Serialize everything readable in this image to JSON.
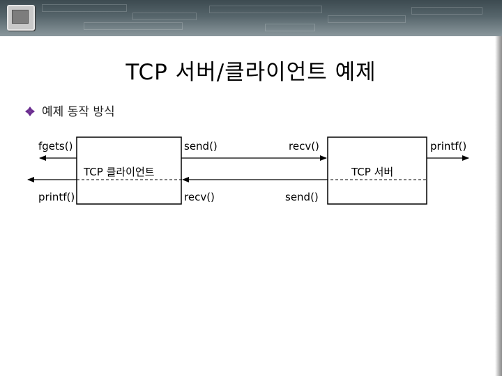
{
  "slide": {
    "title": "TCP 서버/클라이언트 예제",
    "bullet_text": "예제 동작 방식"
  },
  "diagram": {
    "client": {
      "label": "TCP 클라이언트",
      "left_top_label": "fgets()",
      "left_bottom_label": "printf()",
      "right_top_label": "send()",
      "right_bottom_label": "recv()"
    },
    "server": {
      "label": "TCP 서버",
      "left_top_label": "recv()",
      "left_bottom_label": "send()",
      "right_top_label": "printf()"
    }
  },
  "colors": {
    "bullet": "#6a2c8f",
    "dashed_line": "#000000"
  }
}
